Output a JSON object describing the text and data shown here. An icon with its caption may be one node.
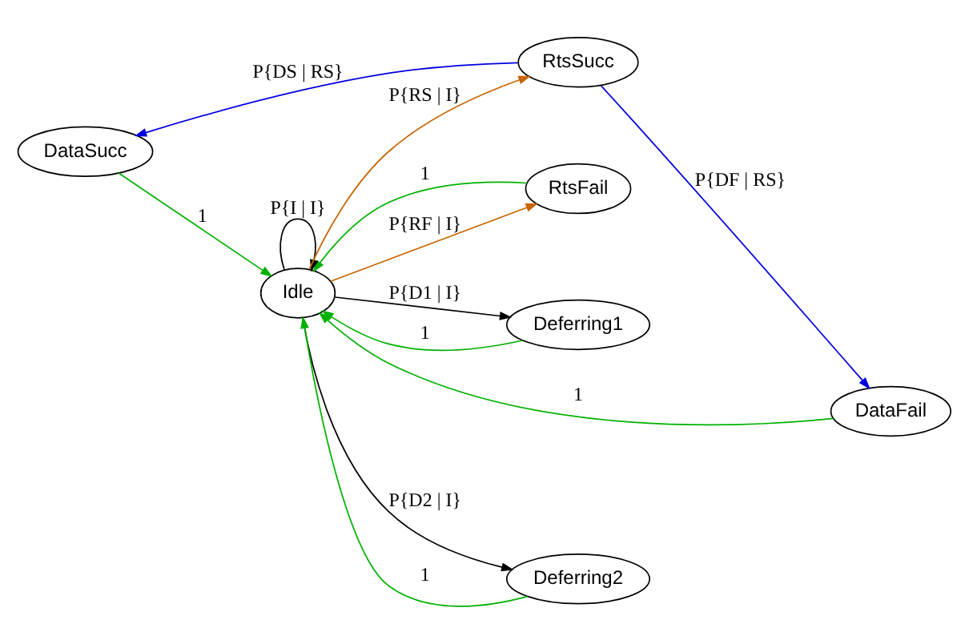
{
  "diagram": {
    "nodes": [
      {
        "text": [
          "DataSucc"
        ]
      },
      {
        "text": [
          "RtsFail"
        ]
      },
      {
        "text": [
          "Idle"
        ]
      },
      {
        "text": [
          "RtsSucc"
        ]
      },
      {
        "text": [
          "DataFail"
        ]
      },
      {
        "text": [
          "Deferring1"
        ]
      },
      {
        "text": [
          "Deferring2"
        ]
      }
    ],
    "edges": [
      {
        "from": 2,
        "to": 2,
        "arrow": "to",
        "label": "P{I | I}",
        "color": "#000000"
      },
      {
        "from": 2,
        "to": 1,
        "arrow": "to",
        "label": "P{RF | I}",
        "color": "#c86400"
      },
      {
        "from": 1,
        "to": 2,
        "arrow": "to",
        "label": "1",
        "color": "#00b000"
      },
      {
        "from": 2,
        "to": 3,
        "arrow": "to",
        "label": "P{RS | I}",
        "color": "#c86400"
      },
      {
        "from": 3,
        "to": 0,
        "arrow": "to",
        "label": "P{DS | RS}",
        "color": "#0000e0"
      },
      {
        "from": 3,
        "to": 4,
        "arrow": "to",
        "label": "P{DF | RS}",
        "color": "#0000e0"
      },
      {
        "from": 0,
        "to": 2,
        "arrow": "to",
        "label": "1",
        "color": "#00b000"
      },
      {
        "from": 4,
        "to": 2,
        "arrow": "to",
        "label": "1",
        "color": "#00b000"
      },
      {
        "from": 2,
        "to": 5,
        "arrow": "to",
        "label": "P{D1 | I}",
        "color": "#000000"
      },
      {
        "from": 5,
        "to": 2,
        "arrow": "to",
        "label": "1",
        "color": "#00b000"
      },
      {
        "from": 2,
        "to": 6,
        "arrow": "to",
        "label": "P{D2 | I}",
        "color": "#000000"
      },
      {
        "from": 6,
        "to": 2,
        "arrow": "to",
        "label": "1",
        "color": "#00b000"
      }
    ]
  }
}
